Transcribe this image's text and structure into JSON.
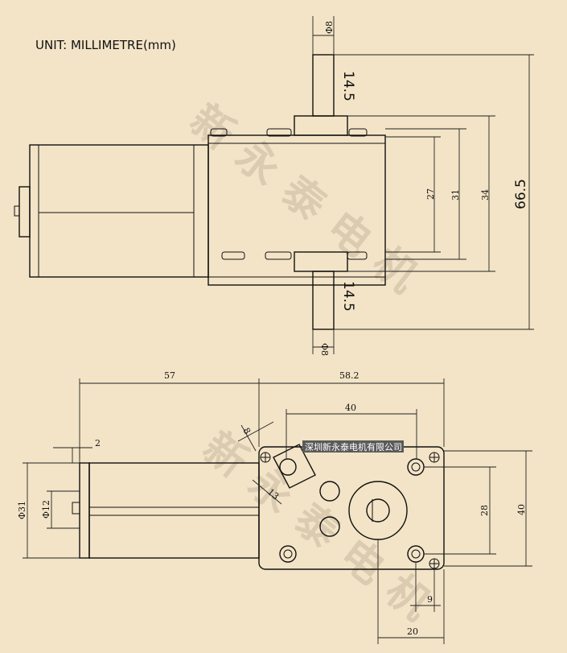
{
  "unit_label": "UNIT: MILLIMETRE(mm)",
  "watermark_top": [
    "新",
    "永",
    "泰",
    "电",
    "机"
  ],
  "watermark_bottom": [
    "新",
    "永",
    "泰",
    "电",
    "机"
  ],
  "brand_label": "深圳新永泰电机有限公司",
  "dims": {
    "shaft_dia_top": "Φ8",
    "shaft_len_top": "14.5",
    "shaft_len_bottom": "14.5",
    "shaft_dia_bottom": "Φ8",
    "d27": "27",
    "d31": "31",
    "d34": "34",
    "d66_5": "66.5",
    "d57": "57",
    "d58_2": "58.2",
    "d40_top": "40",
    "d2": "2",
    "d8_slot": "8",
    "d13_slot": "13",
    "dia31": "Φ31",
    "dia12": "Φ12",
    "d28": "28",
    "d40_right": "40",
    "d9": "9",
    "d20": "20"
  }
}
